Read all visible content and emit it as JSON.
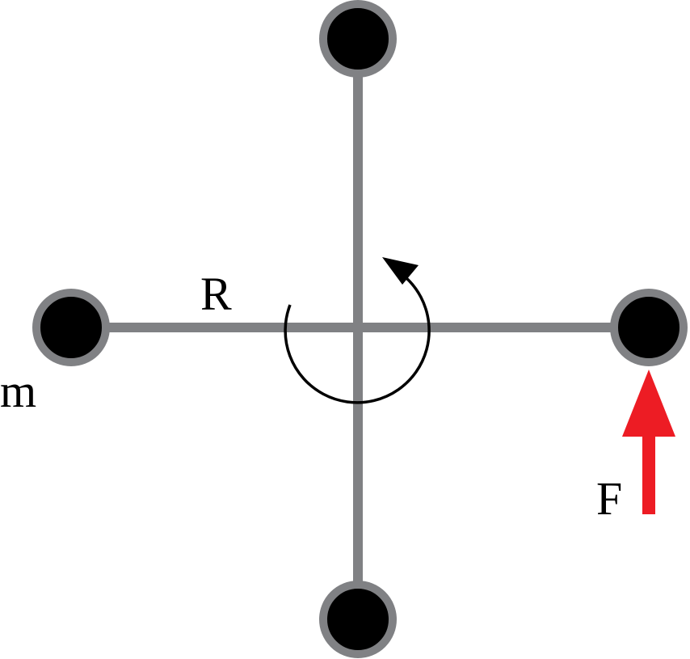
{
  "diagram": {
    "labels": {
      "radius": "R",
      "mass": "m",
      "force": "F"
    },
    "colors": {
      "rod": "#808184",
      "mass_fill": "#000000",
      "mass_ring": "#808184",
      "rotation_arrow": "#000000",
      "force_arrow": "#ed1c24",
      "text": "#000000"
    },
    "elements": {
      "masses": [
        "top",
        "left",
        "right",
        "bottom"
      ],
      "rotation": "counterclockwise",
      "force_direction": "up"
    }
  }
}
